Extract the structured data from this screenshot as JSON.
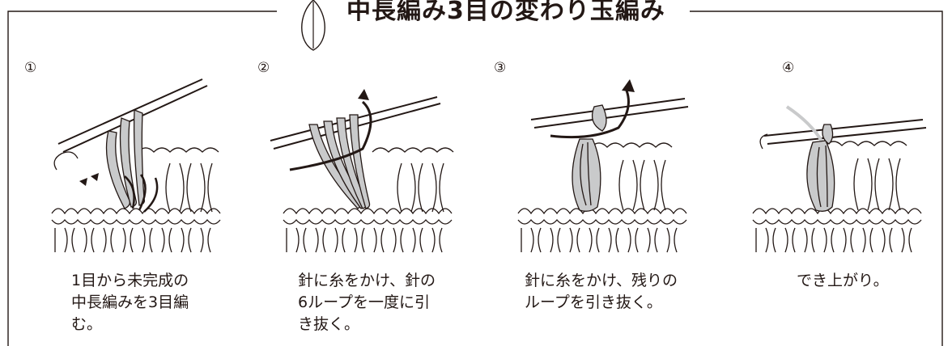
{
  "title": "中長編み3目の変わり玉編み",
  "colors": {
    "line": "#231815",
    "yarn_fill": "#c9cacb",
    "background": "#ffffff"
  },
  "steps": [
    {
      "number": "①",
      "caption": "1目から未完成の\n中長編みを3目編\nむ。"
    },
    {
      "number": "②",
      "caption": "針に糸をかけ、針の\n6ループを一度に引\nき抜く。"
    },
    {
      "number": "③",
      "caption": "針に糸をかけ、残りの\nループを引き抜く。"
    },
    {
      "number": "④",
      "caption": "でき上がり。"
    }
  ],
  "icons": {
    "title_mark": "leaf-icon"
  }
}
